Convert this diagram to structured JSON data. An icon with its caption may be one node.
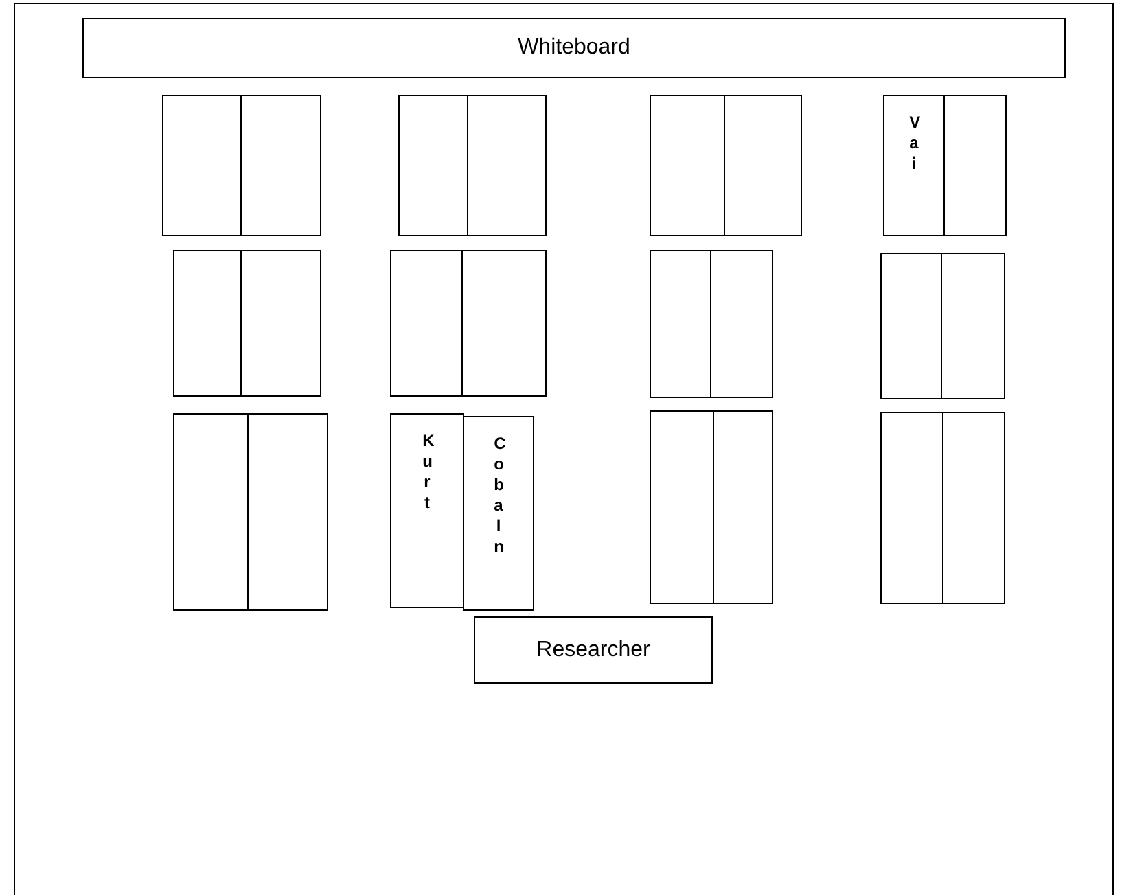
{
  "diagram": {
    "nodes": [
      {
        "text": [
          "Whiteboard"
        ]
      },
      {
        "text": [],
        "shape": "box"
      },
      {
        "text": [],
        "shape": "box"
      },
      {
        "text": [],
        "shape": "box"
      },
      {
        "text": [],
        "shape": "box"
      },
      {
        "text": [],
        "shape": "box"
      },
      {
        "text": [],
        "shape": "box"
      },
      {
        "text": [
          "Vai"
        ]
      },
      {
        "text": [],
        "shape": "box"
      },
      {
        "text": [],
        "shape": "box"
      },
      {
        "text": [],
        "shape": "box"
      },
      {
        "text": [],
        "shape": "box"
      },
      {
        "text": [],
        "shape": "box"
      },
      {
        "text": [],
        "shape": "box"
      },
      {
        "text": [],
        "shape": "box"
      },
      {
        "text": [],
        "shape": "box"
      },
      {
        "text": [],
        "shape": "box"
      },
      {
        "text": [],
        "shape": "box"
      },
      {
        "text": [],
        "shape": "box"
      },
      {
        "text": [
          "Kurt"
        ]
      },
      {
        "text": [
          "Cobaln"
        ]
      },
      {
        "text": [],
        "shape": "box"
      },
      {
        "text": [],
        "shape": "box"
      },
      {
        "text": [],
        "shape": "box"
      },
      {
        "text": [],
        "shape": "box"
      },
      {
        "text": [
          "Researcher"
        ]
      }
    ]
  }
}
